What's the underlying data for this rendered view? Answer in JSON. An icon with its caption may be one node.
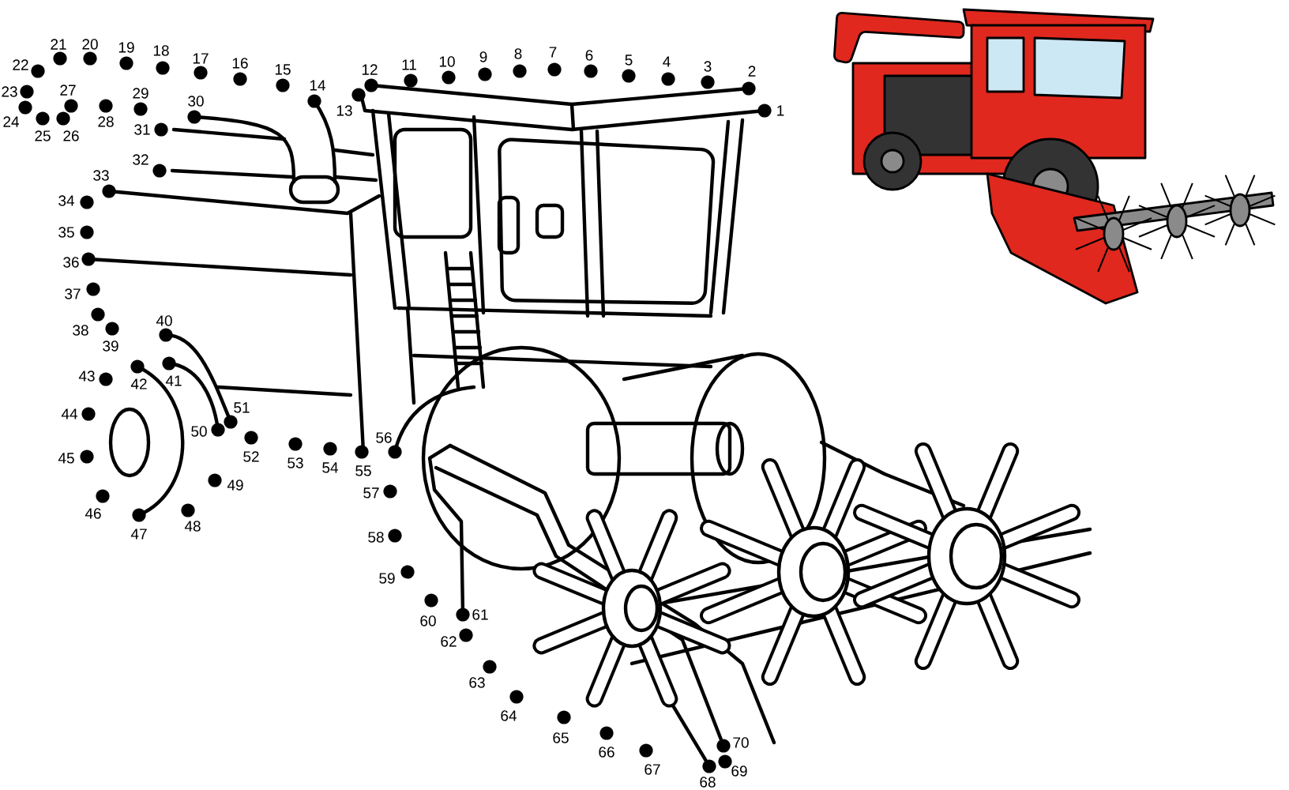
{
  "diagram": {
    "labels": [
      "1",
      "2",
      "3",
      "4",
      "5",
      "6",
      "7",
      "8",
      "9",
      "10",
      "11",
      "12",
      "13",
      "14",
      "15",
      "16",
      "17",
      "18",
      "19",
      "20",
      "21",
      "22",
      "23",
      "24",
      "25",
      "26",
      "27",
      "28",
      "29",
      "30",
      "31",
      "32",
      "33",
      "34",
      "35",
      "36",
      "37",
      "38",
      "39",
      "40",
      "41",
      "42",
      "43",
      "44",
      "45",
      "46",
      "47",
      "48",
      "49",
      "50",
      "51",
      "52",
      "53",
      "54",
      "55",
      "56",
      "57",
      "58",
      "59",
      "60",
      "61",
      "62",
      "63",
      "64",
      "65",
      "66",
      "67",
      "68",
      "69",
      "70"
    ]
  }
}
